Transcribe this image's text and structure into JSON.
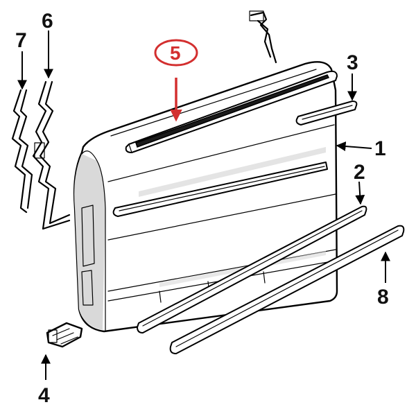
{
  "callouts": {
    "c1": "1",
    "c2": "2",
    "c3": "3",
    "c4": "4",
    "c5": "5",
    "c6": "6",
    "c7": "7",
    "c8": "8"
  },
  "colors": {
    "highlight": "#d32f2f",
    "line": "#000000",
    "shade": "#d9d9d9",
    "background": "#ffffff"
  }
}
